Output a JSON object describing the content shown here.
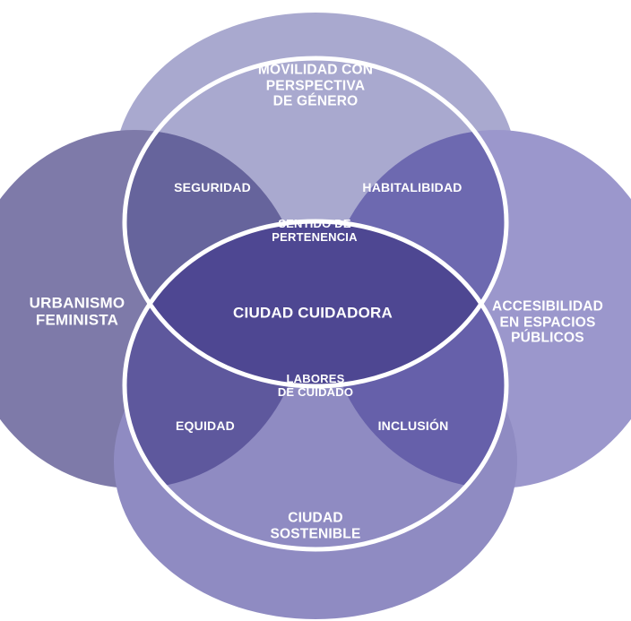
{
  "diagram": {
    "circles": [
      {
        "id": "top",
        "label": "MOVILIDAD CON\nPERSPECTIVA\nDE GÉNERO",
        "color": "#a9a9cf"
      },
      {
        "id": "left",
        "label": "URBANISMO\nFEMINISTA",
        "color": "#7e7aa9"
      },
      {
        "id": "right",
        "label": "ACCESIBILIDAD\nEN ESPACIOS\nPÚBLICOS",
        "color": "#9b97cc"
      },
      {
        "id": "bottom",
        "label": "CIUDAD\nSOSTENIBLE",
        "color": "#8f8bc2"
      }
    ],
    "overlaps": [
      {
        "id": "top-left",
        "label": "SEGURIDAD",
        "color": "#66649c"
      },
      {
        "id": "top-right",
        "label": "HABITALIBIDAD",
        "color": "#6d69b0"
      },
      {
        "id": "bottom-left",
        "label": "EQUIDAD",
        "color": "#5e589d"
      },
      {
        "id": "bottom-right",
        "label": "INCLUSIÓN",
        "color": "#6660aa"
      }
    ],
    "inner_labels": [
      {
        "id": "upper-center",
        "label": "SENTIDO DE\nPERTENENCIA"
      },
      {
        "id": "lower-center",
        "label": "LABORES\nDE CUIDADO"
      }
    ],
    "center": {
      "label": "CIUDAD CUIDADORA",
      "color": "#4e4792"
    },
    "colors": {
      "outline": "#ffffff",
      "background": "#ffffff"
    }
  }
}
